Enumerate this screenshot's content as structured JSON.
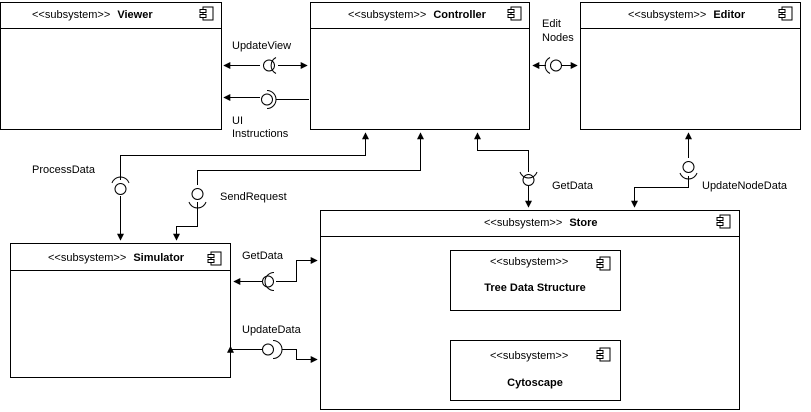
{
  "stereotype": "<<subsystem>>",
  "components": {
    "viewer": "Viewer",
    "controller": "Controller",
    "editor": "Editor",
    "store": "Store",
    "simulator": "Simulator",
    "tree": "Tree Data Structure",
    "cytoscape": "Cytoscape"
  },
  "interfaces": {
    "update_view": "UpdateView",
    "ui_instructions_1": "UI",
    "ui_instructions_2": "Instructions",
    "edit_nodes_1": "Edit",
    "edit_nodes_2": "Nodes",
    "process_data": "ProcessData",
    "send_request": "SendRequest",
    "get_data_controller": "GetData",
    "update_node_data": "UpdateNodeData",
    "get_data_simulator": "GetData",
    "update_data": "UpdateData"
  }
}
